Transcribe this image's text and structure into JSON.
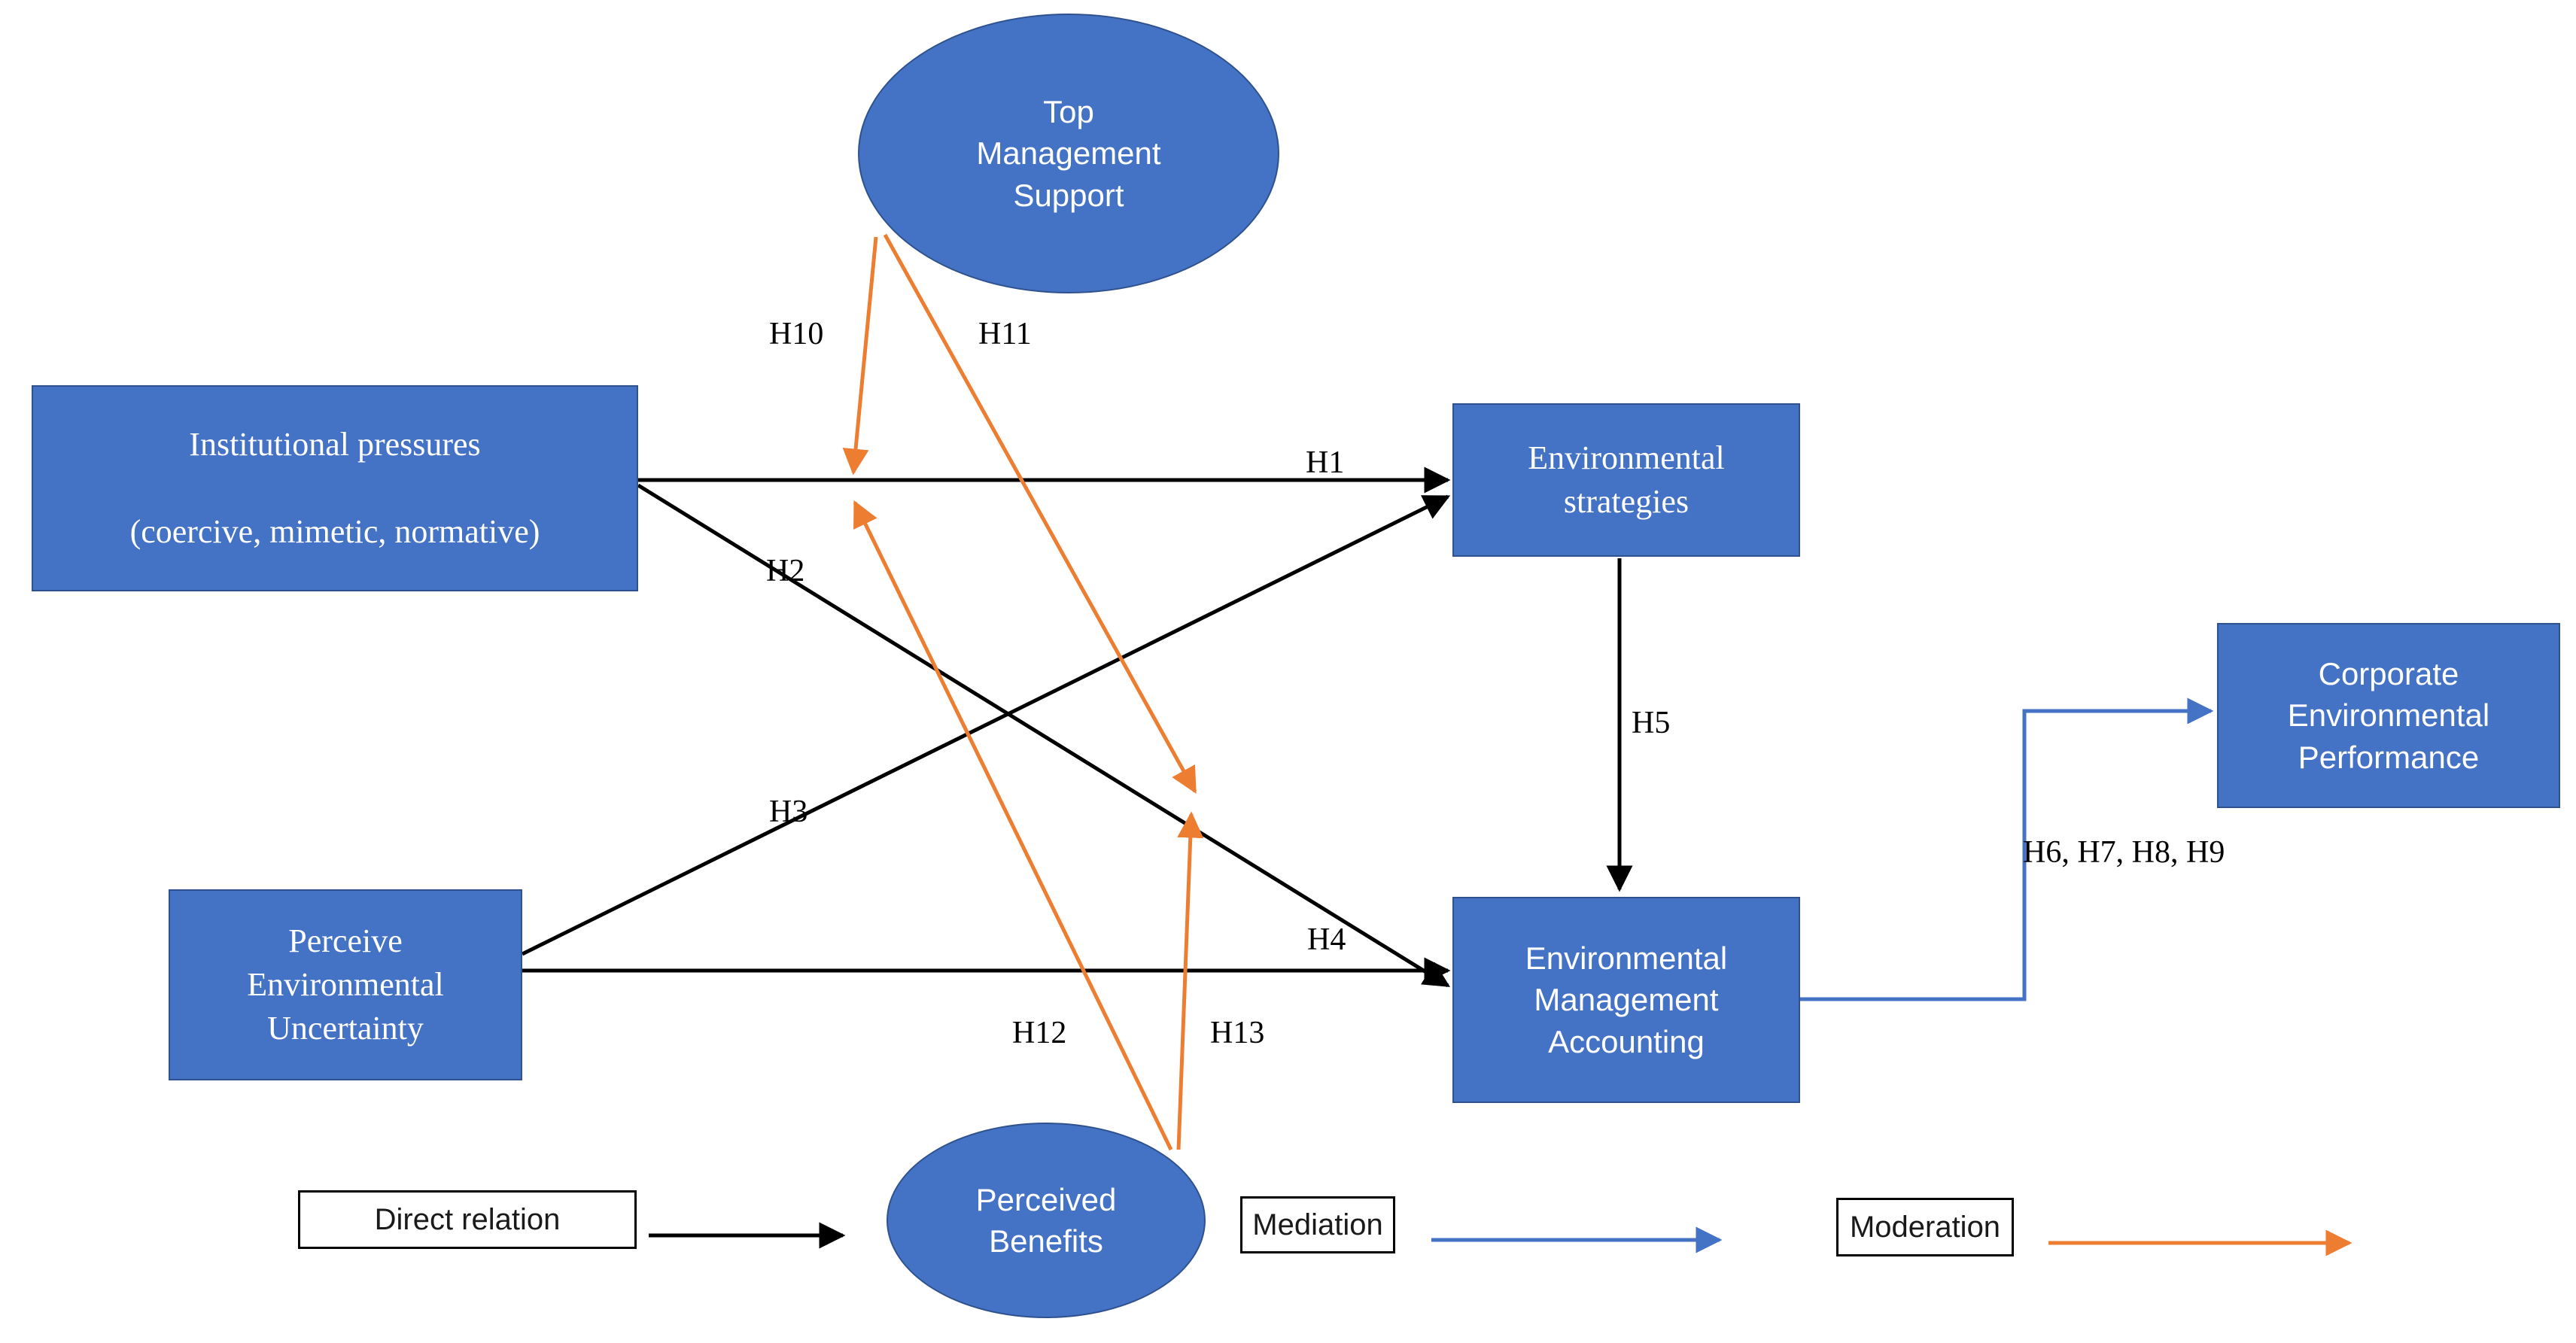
{
  "diagram": {
    "title": "Conceptual research model",
    "colors": {
      "node_fill": "#4472C4",
      "node_border": "#2F528F",
      "direct_relation": "#000000",
      "mediation": "#4472C4",
      "moderation": "#ED7D31",
      "background": "#FFFFFF"
    }
  },
  "nodes": {
    "top_management_support": {
      "label": "Top\nManagement\nSupport",
      "shape": "ellipse"
    },
    "institutional_pressures": {
      "label": "Institutional pressures\n\n(coercive, mimetic, normative)",
      "shape": "rectangle"
    },
    "perceive_environmental_uncertainty": {
      "label": "Perceive\nEnvironmental\nUncertainty",
      "shape": "rectangle"
    },
    "environmental_strategies": {
      "label": "Environmental\nstrategies",
      "shape": "rectangle"
    },
    "environmental_management_accounting": {
      "label": "Environmental\nManagement\nAccounting",
      "shape": "rectangle"
    },
    "corporate_environmental_performance": {
      "label": "Corporate\nEnvironmental\nPerformance",
      "shape": "rectangle"
    },
    "perceived_benefits": {
      "label": "Perceived\nBenefits",
      "shape": "ellipse"
    }
  },
  "hypotheses": {
    "h1": "H1",
    "h2": "H2",
    "h3": "H3",
    "h4": "H4",
    "h5": "H5",
    "h6789": "H6, H7, H8, H9",
    "h10": "H10",
    "h11": "H11",
    "h12": "H12",
    "h13": "H13"
  },
  "legend": {
    "direct": "Direct relation",
    "mediation": "Mediation",
    "moderation": "Moderation"
  }
}
